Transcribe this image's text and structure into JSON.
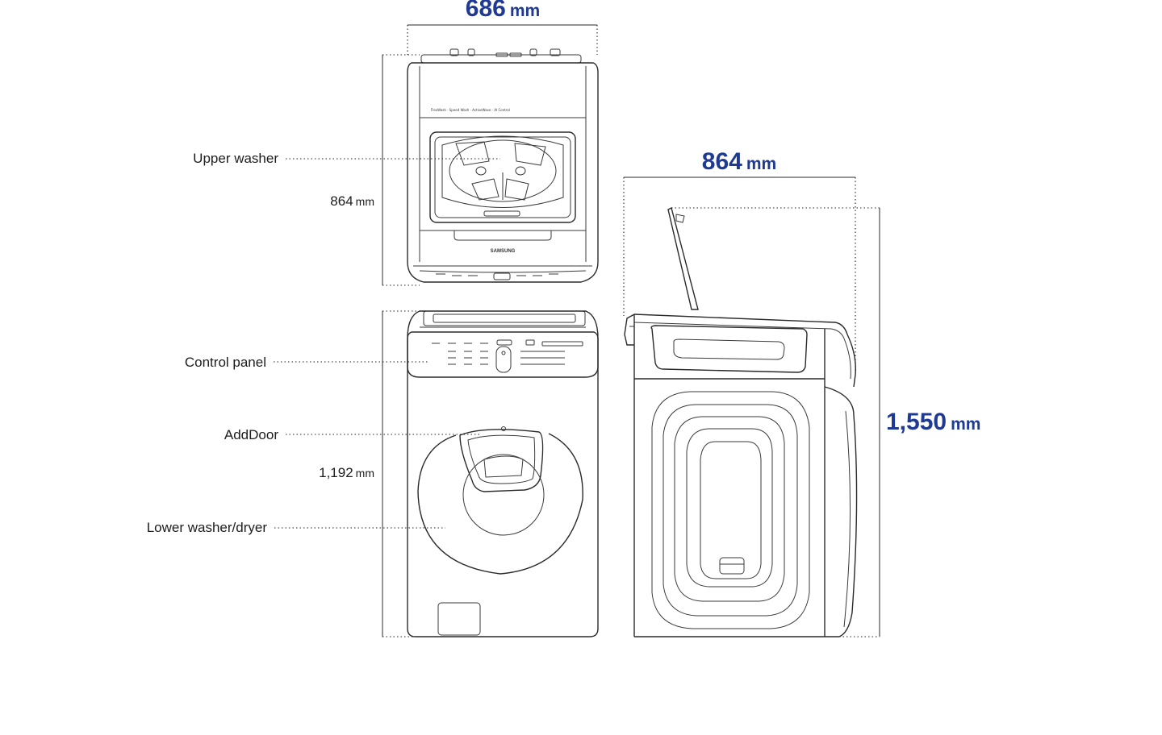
{
  "colors": {
    "accent": "#1f3a93",
    "line": "#2a2a2a",
    "text": "#1d1d1d"
  },
  "dimensions": {
    "width": {
      "value": "686",
      "unit": "mm"
    },
    "depth": {
      "value": "864",
      "unit": "mm"
    },
    "height": {
      "value": "1,550",
      "unit": "mm"
    },
    "upper_height": {
      "value": "864",
      "unit": "mm"
    },
    "lower_height": {
      "value": "1,192",
      "unit": "mm"
    }
  },
  "callouts": {
    "upper_washer": "Upper washer",
    "control_panel": "Control panel",
    "add_door": "AddDoor",
    "lower_washer_dryer": "Lower washer/dryer"
  },
  "brand": {
    "logo_text": "SAMSUNG"
  }
}
